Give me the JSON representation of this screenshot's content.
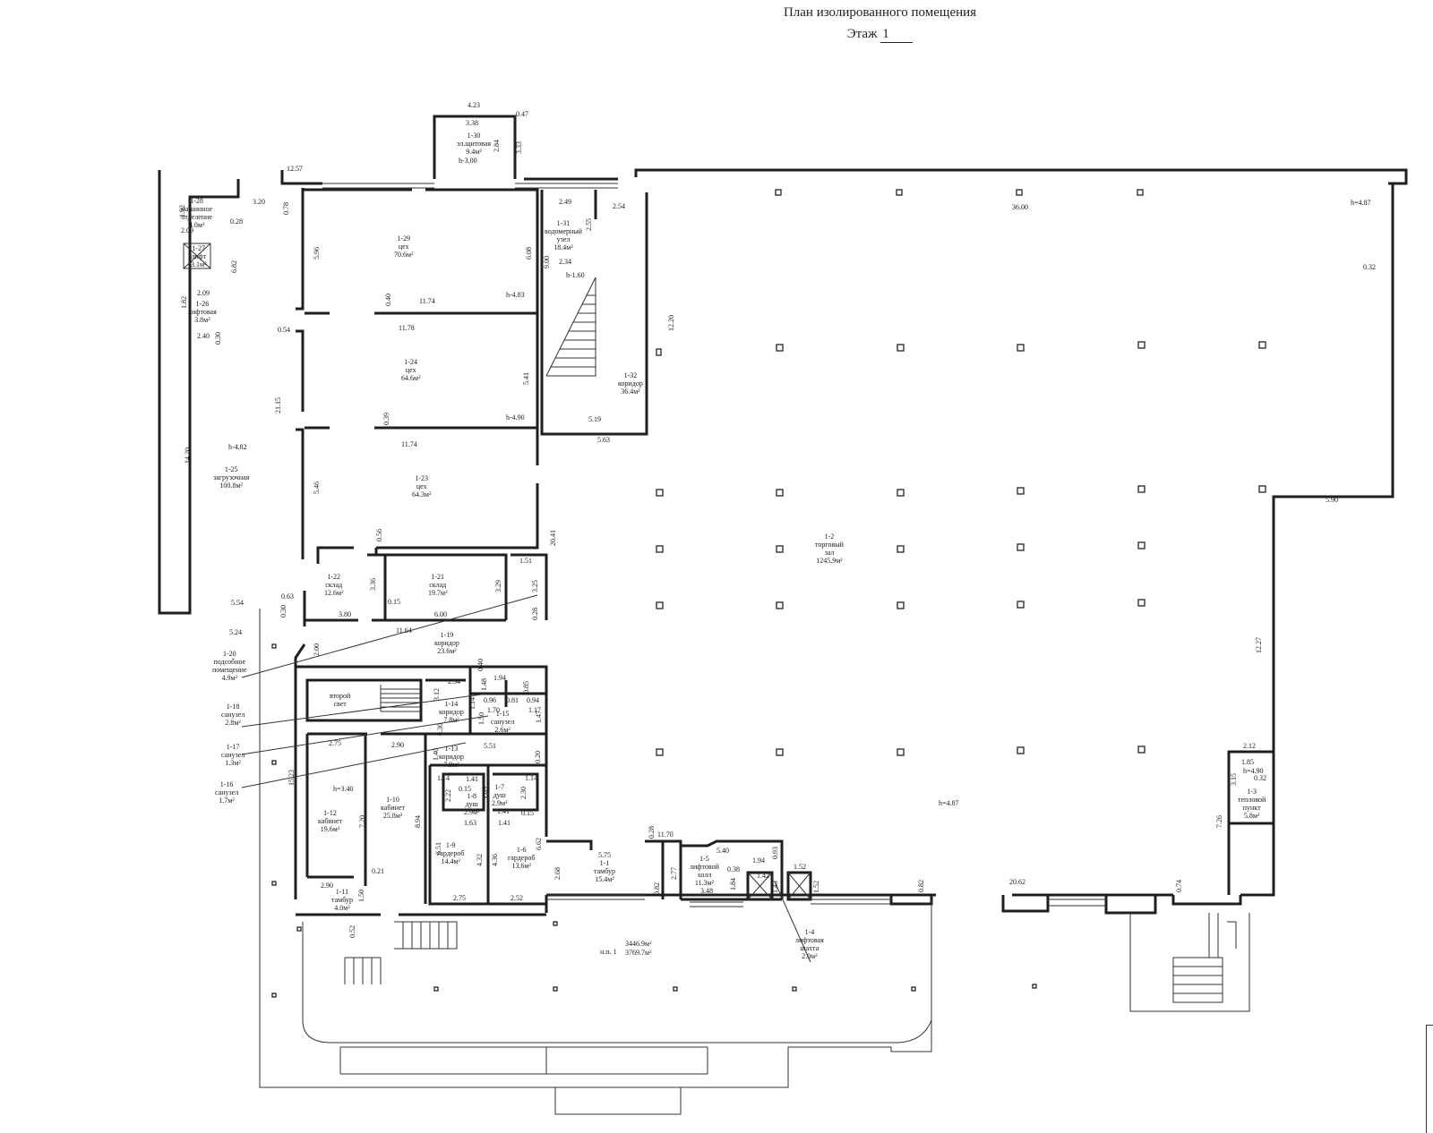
{
  "plan": {
    "title": "План изолированного помещения",
    "floor_label": "Этаж",
    "floor_number": "1",
    "totals": {
      "area_main": "3446.9м²",
      "area_total": "3769.7м²",
      "unit": "н.п. 1"
    }
  },
  "rooms": {
    "r1_30": "1-30\nэл.щитовая\n9.4м²",
    "r1_28": "1-28\nмашинное\nотделение\n4.0м²",
    "r1_27": "1-27\nлифт\n3.1м²",
    "r1_26": "1-26\nлифтовая\n3.8м²",
    "r1_25": "1-25\nзагрузочная\n100.8м²",
    "r1_29": "1-29\nцех\n70.6м²",
    "r1_24": "1-24\nцех\n64.6м²",
    "r1_23": "1-23\nцех\n64.3м²",
    "r1_22": "1-22\nсклад\n12.6м²",
    "r1_21": "1-21\nсклад\n19.7м²",
    "r1_31": "1-31\nводомерный\nузел\n18.4м²",
    "r1_32": "1-32\nкоридор\n36.4м²",
    "r1_19": "1-19\nкоридор\n23.6м²",
    "r1_20": "1-20\nподсобное\nпомещение\n4.9м²",
    "r1_18": "1-18\nсанузел\n2.8м²",
    "r1_17": "1-17\nсанузел\n1.3м²",
    "r1_16": "1-16\nсанузел\n1.7м²",
    "second_light": "второй\nсвет",
    "r1_14": "1-14\nкоридор\n7.8м²",
    "r1_15": "1-15\nсанузел\n2.6м²",
    "r1_13": "1-13\nкоридор\n7.9м²",
    "r1_12": "1-12\nкабинет\n19.6м²",
    "r1_10": "1-10\nкабинет\n25.8м²",
    "r1_11": "1-11\nтамбур\n4.0м²",
    "r1_8": "1-8\nдуш\n2.9м²",
    "r1_7": "1-7\nдуш\n2.9м²",
    "r1_9": "1-9\nгардероб\n14.4м²",
    "r1_6": "1-6\nгардероб\n13.6м²",
    "r1_1": "1-1\nтамбур\n15.4м²",
    "r1_5": "1-5\nлифтовой\nхолл\n11.3м²",
    "r1_4": "1-4\nлифтовая\nшахта\n2.0м²",
    "r1_2": "1-2\nторговый\nзал\n1245.9м²",
    "r1_3": "1-3\nтепловой\nпункт\n5.8м²"
  },
  "heights": {
    "h_300": "h-3.00",
    "h_483": "h-4.83",
    "h_490": "h-4.90",
    "h_482": "h-4.82",
    "h_160": "h-1.60",
    "h_487_top": "h=4.87",
    "h_487_mid": "h=4.87",
    "h_340": "h=3.40",
    "h_490_small": "h=4.90"
  },
  "dims": {
    "d_4_23": "4.23",
    "d_3_38": "3.38",
    "d_0_47": "0.47",
    "d_2_84": "2.84",
    "d_3_33": "3.33",
    "d_12_57": "12.57",
    "d_3_20": "3.20",
    "d_0_78": "0.78",
    "d_1_92": "1.92",
    "d_2_09": "2.09",
    "d_0_28a": "0.28",
    "d_6_82": "6.82",
    "d_2_09b": "2.09",
    "d_1_82": "1.82",
    "d_2_40": "2.40",
    "d_0_30a": "0.30",
    "d_14_20": "14.20",
    "d_5_96": "5.96",
    "d_6_08": "6.08",
    "d_0_40": "0.40",
    "d_11_74a": "11.74",
    "d_11_78": "11.78",
    "d_0_54": "0.54",
    "d_21_15": "21.15",
    "d_5_41": "5.41",
    "d_0_39": "0.39",
    "d_11_74b": "11.74",
    "d_5_46": "5.46",
    "d_0_56": "0.56",
    "d_20_41": "20.41",
    "d_2_49": "2.49",
    "d_2_55": "2.55",
    "d_2_54": "2.54",
    "d_9_00": "9.00",
    "d_2_34": "2.34",
    "d_36_00": "36.00",
    "d_0_32a": "0.32",
    "d_12_20": "12.20",
    "d_5_19": "5.19",
    "d_5_63": "5.63",
    "d_5_90": "5.90",
    "d_12_27": "12.27",
    "d_1_51": "1.51",
    "d_3_36": "3.36",
    "d_0_15a": "0.15",
    "d_3_29": "3.29",
    "d_3_25": "3.25",
    "d_0_28b": "0.28",
    "d_0_63": "0.63",
    "d_0_30b": "0.30",
    "d_3_80": "3.80",
    "d_6_00": "6.00",
    "d_11_64": "11.64",
    "d_5_54": "5.54",
    "d_5_24": "5.24",
    "d_2_00": "2.00",
    "d_0_40b": "0.40",
    "d_2_34b": "2.34",
    "d_1_94a": "1.94",
    "d_1_48": "1.48",
    "d_0_85": "0.85",
    "d_3_12": "3.12",
    "d_1_14a": "1.14",
    "d_0_96": "0.96",
    "d_0_81": "0.81",
    "d_0_94": "0.94",
    "d_1_70": "1.70",
    "d_1_17": "1.17",
    "d_1_50": "1.50",
    "d_1_47": "1.47",
    "d_0_30c": "0.30",
    "d_2_75a": "2.75",
    "d_2_90a": "2.90",
    "d_5_51": "5.51",
    "d_1_40": "1.40",
    "d_0_20": "0.20",
    "d_1_14b": "1.14",
    "d_1_14c": "1.14",
    "d_15_23": "15.23",
    "d_1_41a": "1.41",
    "d_0_15b": "0.15",
    "d_2_22": "2.22",
    "d_1_09": "1.09",
    "d_2_30": "2.30",
    "d_1_41b": "1.41",
    "d_1_63": "1.63",
    "d_1_41c": "1.41",
    "d_0_15c": "0.15",
    "d_8_94": "8.94",
    "d_7_20": "7.20",
    "d_6_51": "6.51",
    "d_4_32": "4.32",
    "d_4_36": "4.36",
    "d_6_62": "6.62",
    "d_0_21": "0.21",
    "d_2_90b": "2.90",
    "d_1_50b": "1.50",
    "d_2_75b": "2.75",
    "d_2_52": "2.52",
    "d_0_52": "0.52",
    "d_5_75": "5.75",
    "d_2_68": "2.68",
    "d_0_28c": "0.28",
    "d_11_70": "11.70",
    "d_5_40": "5.40",
    "d_0_82a": "0.82",
    "d_2_77": "2.77",
    "d_0_38": "0.38",
    "d_1_94b": "1.94",
    "d_0_93": "0.93",
    "d_1_84": "1.84",
    "d_1_42": "1.42",
    "d_1_43": "1.43",
    "d_1_52a": "1.52",
    "d_1_52b": "1.52",
    "d_3_48": "3.48",
    "d_0_82b": "0.82",
    "d_20_62": "20.62",
    "d_0_74": "0.74",
    "d_2_12": "2.12",
    "d_1_85": "1.85",
    "d_0_32b": "0.32",
    "d_3_15": "3.15",
    "d_7_26": "7.26"
  }
}
